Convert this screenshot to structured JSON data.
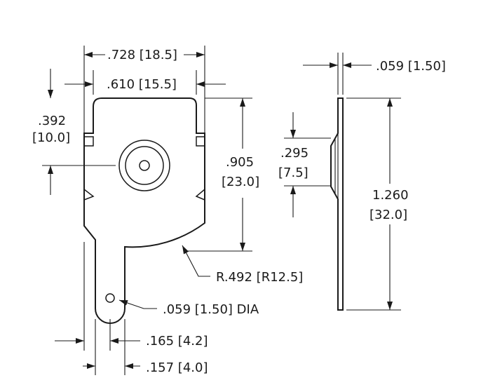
{
  "dimensions": {
    "overall_width": ".728 [18.5]",
    "inner_width": ".610 [15.5]",
    "center_offset_in": ".392",
    "center_offset_mm": "[10.0]",
    "body_height_in": ".905",
    "body_height_mm": "[23.0]",
    "radius": "R.492 [R12.5]",
    "hole_dia": ".059 [1.50] DIA",
    "tab_width": ".165 [4.2]",
    "tab_offset": ".157 [4.0]",
    "thickness": ".059 [1.50]",
    "bump_height_in": ".295",
    "bump_height_mm": "[7.5]",
    "total_height_in": "1.260",
    "total_height_mm": "[32.0]"
  }
}
